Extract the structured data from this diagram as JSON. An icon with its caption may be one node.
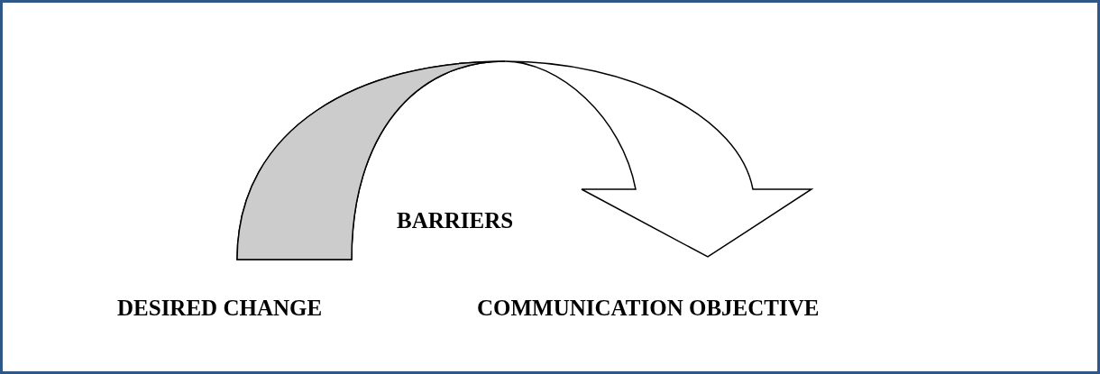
{
  "diagram": {
    "nodes": [
      {
        "text": [
          "DESIRED CHANGE"
        ]
      },
      {
        "text": [
          "COMMUNICATION OBJECTIVE"
        ]
      }
    ],
    "edges": [
      {
        "from": 0,
        "to": 1,
        "arrow": "to",
        "style": "thick"
      }
    ],
    "labels": [
      "BARRIERS"
    ]
  }
}
